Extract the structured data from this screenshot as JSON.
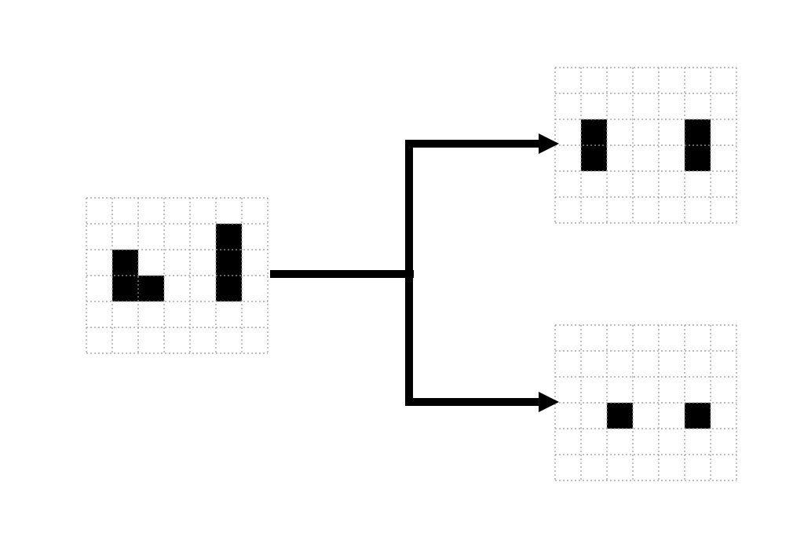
{
  "colors": {
    "background": "#ffffff",
    "filled_cell": "#000000",
    "grid_line": "#9a9a9a",
    "arrow": "#000000"
  },
  "grids": {
    "input": {
      "rows": 6,
      "cols": 7,
      "filled": [
        [
          2,
          1
        ],
        [
          3,
          1
        ],
        [
          3,
          2
        ],
        [
          1,
          5
        ],
        [
          2,
          5
        ],
        [
          3,
          5
        ]
      ]
    },
    "output_top": {
      "rows": 6,
      "cols": 7,
      "filled": [
        [
          2,
          1
        ],
        [
          3,
          1
        ],
        [
          2,
          5
        ],
        [
          3,
          5
        ]
      ]
    },
    "output_bottom": {
      "rows": 6,
      "cols": 7,
      "filled": [
        [
          3,
          2
        ],
        [
          3,
          5
        ]
      ]
    }
  },
  "connector": {
    "type": "branching-arrow",
    "from": "input",
    "to": [
      "output_top",
      "output_bottom"
    ]
  }
}
